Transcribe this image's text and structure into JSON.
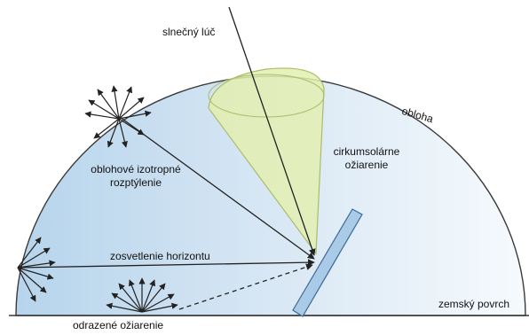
{
  "diagram": {
    "labels": {
      "sun_ray": "slnečný lúč",
      "sky": "obloha",
      "isotropic_line1": "oblohové izotropné",
      "isotropic_line2": "rozptýlenie",
      "circumsolar_line1": "cirkumsolárne",
      "circumsolar_line2": "ožiarenie",
      "horizon_brightening": "zosvetlenie horizontu",
      "ground": "zemský povrch",
      "reflected": "odrazené ožiarenie"
    },
    "colors": {
      "sky_gradient_left": "#b6d4ec",
      "sky_gradient_right": "#f6fafd",
      "dome_outline": "#3a3a3a",
      "cone_fill": "#e3efb0",
      "cone_stroke": "#a9bd6a",
      "panel_fill": "#a9cbe8",
      "panel_stroke": "#3b6a96",
      "arrows": "#222222"
    }
  }
}
